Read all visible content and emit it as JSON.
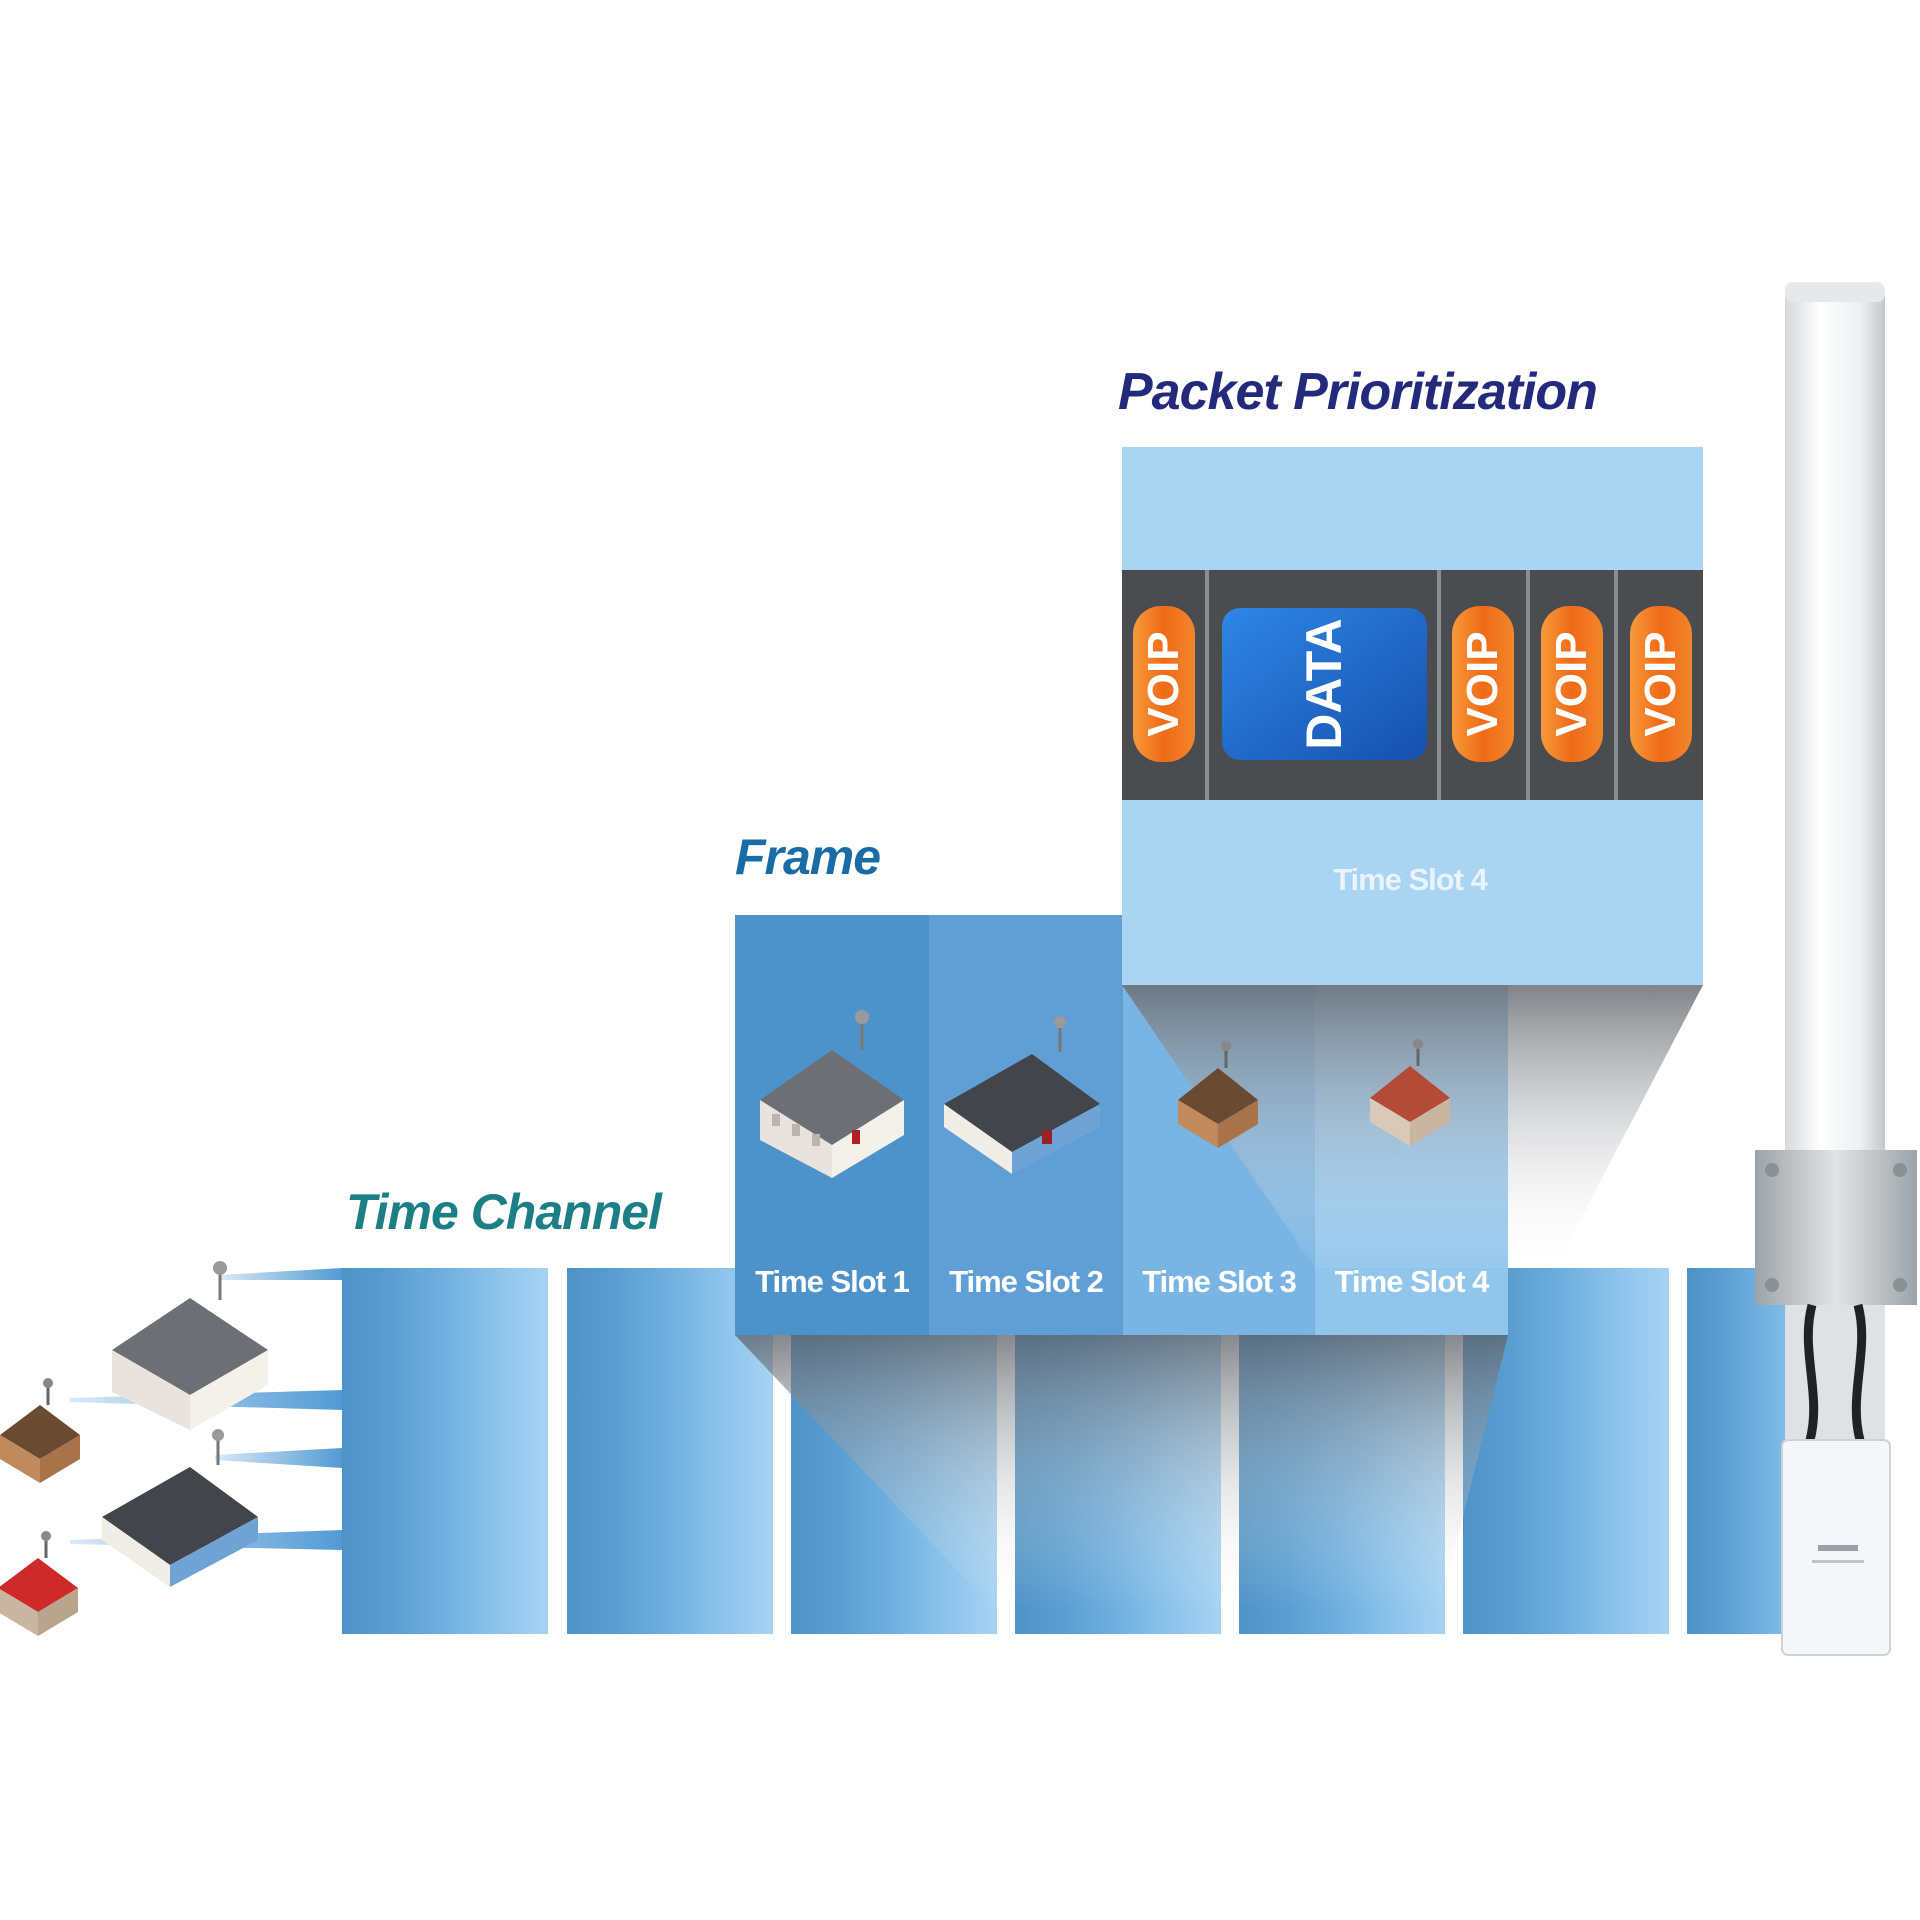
{
  "titles": {
    "packet_prioritization": "Packet Prioritization",
    "frame": "Frame",
    "time_channel": "Time Channel"
  },
  "frame_slots": [
    "Time Slot 1",
    "Time Slot 2",
    "Time Slot 3",
    "Time Slot 4"
  ],
  "packet_slot_label": "Time Slot 4",
  "packets": [
    "VOIP",
    "DATA",
    "VOIP",
    "VOIP",
    "VOIP"
  ],
  "colors": {
    "packet_title": "#232a7c",
    "frame_title": "#1a6ca6",
    "time_channel_title": "#1c7f86",
    "voip_orange": "#f0701c",
    "data_blue": "#1c5fc0",
    "packet_strip": "#4b4c50",
    "light_blue": "#a9d4f2"
  },
  "icons": [
    "house-icon",
    "antenna-icon"
  ]
}
